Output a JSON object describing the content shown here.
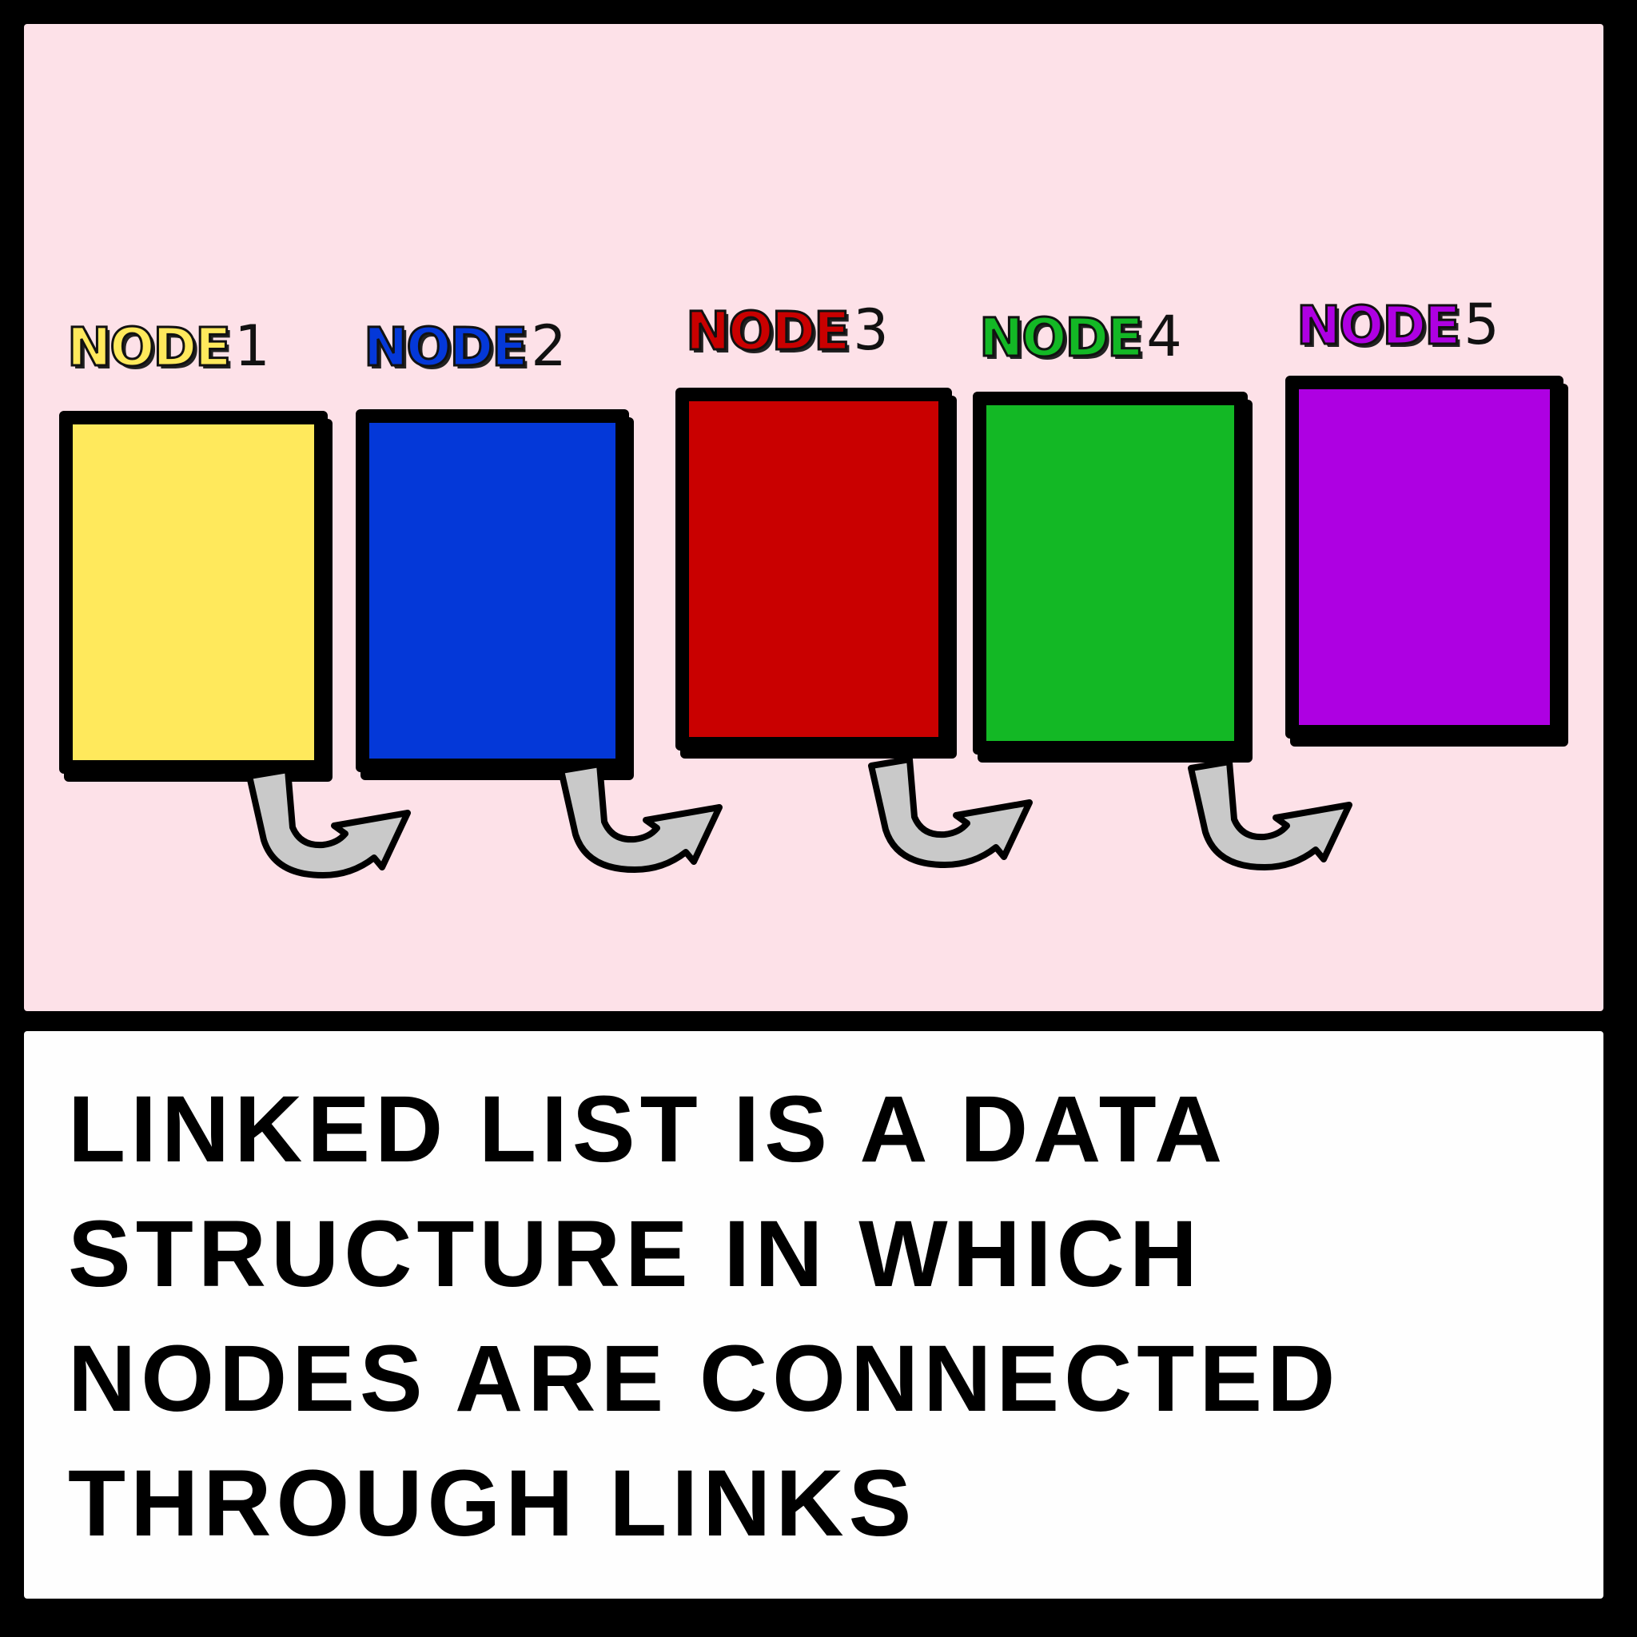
{
  "nodes": [
    {
      "word": "NODE",
      "number": "1",
      "color": "#ffe95c"
    },
    {
      "word": "NODE",
      "number": "2",
      "color": "#0438d8"
    },
    {
      "word": "NODE",
      "number": "3",
      "color": "#c90000"
    },
    {
      "word": "NODE",
      "number": "4",
      "color": "#13b825"
    },
    {
      "word": "NODE",
      "number": "5",
      "color": "#ae00e2"
    }
  ],
  "arrow_color": "#c9c9c9",
  "panel_colors": {
    "top": "#fde1e8",
    "bottom": "#fefefe"
  },
  "caption": "LINKED LIST  IS A DATA STRUCTURE IN WHICH NODES ARE CONNECTED THROUGH LINKS"
}
